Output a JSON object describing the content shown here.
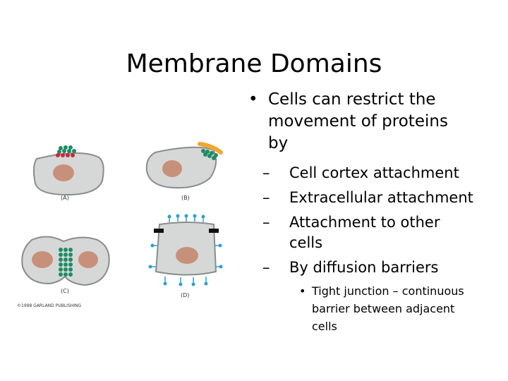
{
  "slide": {
    "title": "Membrane Domains",
    "figure": {
      "labels": {
        "a": "(A)",
        "b": "(B)",
        "c": "(C)",
        "d": "(D)"
      },
      "copyright": "©1998 GARLAND PUBLISHING",
      "colors": {
        "cell": "#d6d8d8",
        "outline": "#8a8c8c",
        "nucleus": "#c7907b",
        "green": "#1e8c64",
        "red": "#c8283c",
        "blue": "#2f9fd0",
        "orange": "#f0a830"
      }
    },
    "bullets": [
      {
        "text": "Cells can restrict the movement of proteins by",
        "lines": [
          "Cells can restrict the",
          "movement of proteins",
          "by"
        ],
        "children": [
          {
            "text": "Cell cortex attachment",
            "lines": [
              "Cell cortex attachment"
            ]
          },
          {
            "text": "Extracellular attachment",
            "lines": [
              "Extracellular attachment"
            ]
          },
          {
            "text": "Attachment to other cells",
            "lines": [
              "Attachment to other",
              "cells"
            ]
          },
          {
            "text": "By diffusion barriers",
            "lines": [
              "By diffusion barriers"
            ],
            "children": [
              {
                "text": "Tight junction – continuous barrier between adjacent cells",
                "lines": [
                  "Tight junction – continuous",
                  "barrier between adjacent",
                  "cells"
                ]
              }
            ]
          }
        ]
      }
    ]
  }
}
